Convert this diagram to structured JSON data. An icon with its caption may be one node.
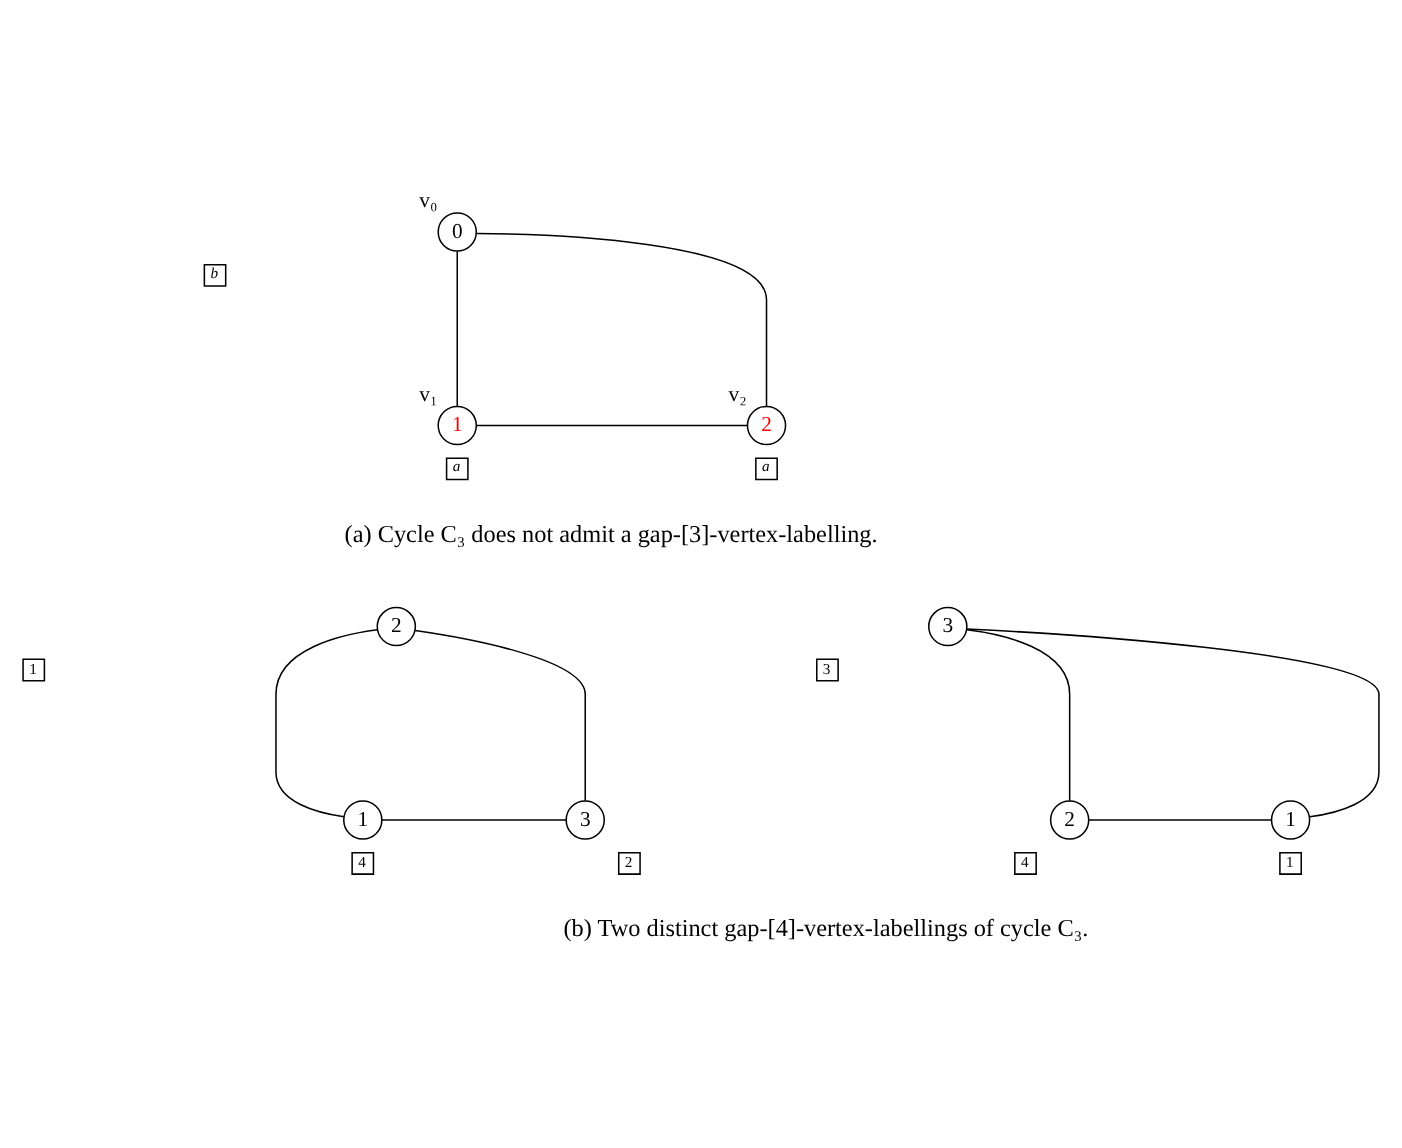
{
  "diagram": {
    "nodes": [
      {
        "text": [
          "0"
        ],
        "beside": [
          "v₀"
        ]
      },
      {
        "text": [
          "b"
        ]
      },
      {
        "text": [
          "1"
        ],
        "beside": [
          "v₁"
        ]
      },
      {
        "text": [
          "a"
        ]
      },
      {
        "text": [
          "2"
        ],
        "beside": [
          "v₂"
        ]
      },
      {
        "text": [
          "a"
        ]
      },
      {
        "text": [
          "2"
        ]
      },
      {
        "text": [
          "1"
        ]
      },
      {
        "text": [
          "1"
        ]
      },
      {
        "text": [
          "4"
        ]
      },
      {
        "text": [
          "3"
        ]
      },
      {
        "text": [
          "2"
        ]
      },
      {
        "text": [
          "3"
        ]
      },
      {
        "text": [
          "3"
        ]
      },
      {
        "text": [
          "2"
        ]
      },
      {
        "text": [
          "4"
        ]
      },
      {
        "text": [
          "1"
        ]
      },
      {
        "text": [
          "1"
        ]
      }
    ],
    "edges": [
      {
        "from": 0,
        "to": 2,
        "arrow": "none"
      },
      {
        "from": 0,
        "to": 4,
        "arrow": "none"
      },
      {
        "from": 2,
        "to": 4,
        "arrow": "none"
      },
      {
        "from": 6,
        "to": 8,
        "arrow": "none"
      },
      {
        "from": 6,
        "to": 10,
        "arrow": "none"
      },
      {
        "from": 8,
        "to": 10,
        "arrow": "none"
      },
      {
        "from": 12,
        "to": 14,
        "arrow": "none"
      },
      {
        "from": 12,
        "to": 16,
        "arrow": "none"
      },
      {
        "from": 14,
        "to": 16,
        "arrow": "none"
      }
    ],
    "labels": [
      "(a) Cycle C₃ does not admit a gap-[3]-vertex-labelling.",
      "(b) Two distinct gap-[4]-vertex-labellings of cycle C₃."
    ]
  }
}
